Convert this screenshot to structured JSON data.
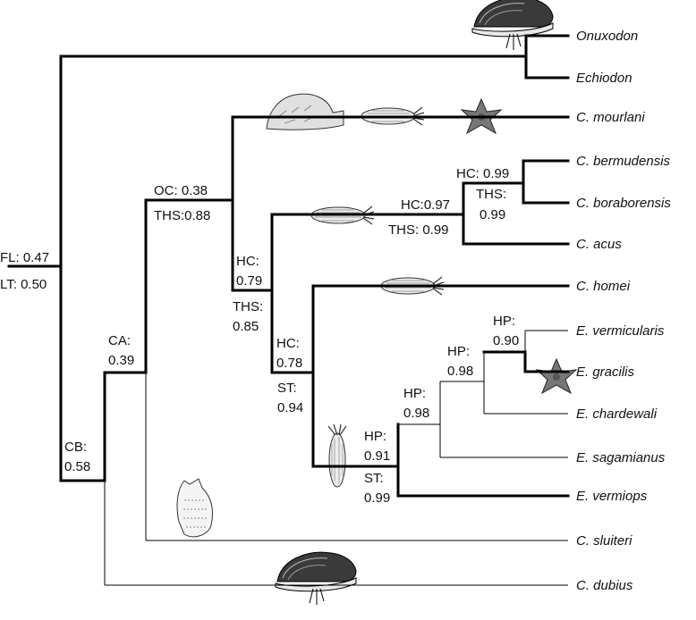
{
  "taxa": {
    "onuxodon": "Onuxodon",
    "echiodon": "Echiodon",
    "mourlani": "C. mourlani",
    "bermudensis": "C. bermudensis",
    "boraborensis": "C. boraborensis",
    "acus": "C. acus",
    "homei": "C. homei",
    "vermicularis": "E. vermicularis",
    "gracilis": "E. gracilis",
    "chardewali": "E. chardewali",
    "sagamianus": "E. sagamianus",
    "vermiops": "E. vermiops",
    "sluiteri": "C. sluiteri",
    "dubius": "C. dubius"
  },
  "nodes": {
    "root_a": "FL: 0.47",
    "root_b": "LT: 0.50",
    "cb_a": "CB:",
    "cb_b": "0.58",
    "ca_a": "CA:",
    "ca_b": "0.39",
    "oc": "OC: 0.38",
    "ths088": "THS:0.88",
    "hc079_a": "HC:",
    "hc079_b": "0.79",
    "ths085_a": "THS:",
    "ths085_b": "0.85",
    "hc097": "HC:0.97",
    "ths099_a": "THS: 0.99",
    "hc099": "HC: 0.99",
    "ths099b_a": "THS:",
    "ths099b_b": "0.99",
    "hc078_a": "HC:",
    "hc078_b": "0.78",
    "st094_a": "ST:",
    "st094_b": "0.94",
    "hp091_a": "HP:",
    "hp091_b": "0.91",
    "st099_a": "ST:",
    "st099_b": "0.99",
    "hp098a_a": "HP:",
    "hp098a_b": "0.98",
    "hp098b_a": "HP:",
    "hp098b_b": "0.98",
    "hp090_a": "HP:",
    "hp090_b": "0.90"
  },
  "icons": [
    "bivalve-icon",
    "sea-cucumber-icon",
    "sea-star-icon",
    "sea-slug-icon",
    "tunicate-icon"
  ]
}
